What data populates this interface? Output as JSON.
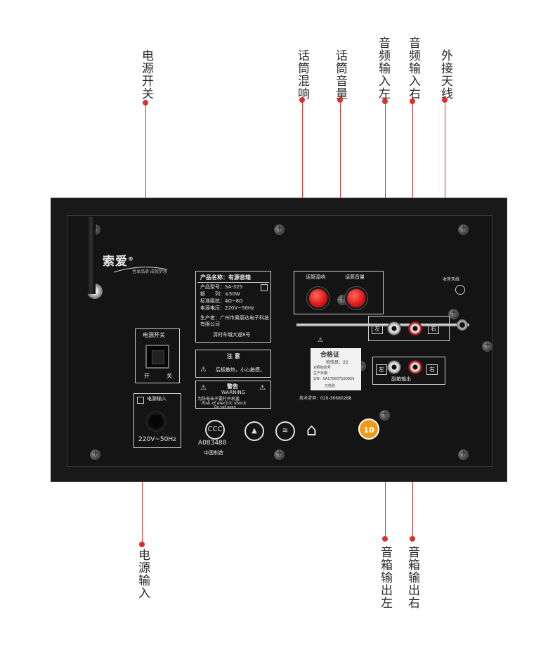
{
  "callouts": {
    "power_switch": "电源开关",
    "mic_echo": "话筒混响",
    "mic_volume": "话筒音量",
    "audio_in_left": "音频输入左",
    "audio_in_right": "音频输入右",
    "external_antenna": "外接天线",
    "power_input": "电源输入",
    "speaker_out_left": "音箱输出左",
    "speaker_out_right": "音箱输出右"
  },
  "device": {
    "brand": "索爱",
    "brand_mark": "®",
    "brand_slogan": "音享品质 成就梦想",
    "switch_panel": {
      "title": "电源开关",
      "on": "开",
      "off": "关"
    },
    "power_panel": {
      "title": "电源输入",
      "rating": "220V~50Hz"
    },
    "spec_label": {
      "title": "产品名称：有源音箱",
      "rows": [
        "产品型号：SA-325",
        "额　　列：≤50W",
        "标准阻抗：4Ω~8Ω",
        "电源电压：220V~50Hz"
      ],
      "maker": "生产者：广州市奥丽达电子科技有限公司",
      "address": "清村车城大道8号"
    },
    "notice_label": {
      "title": "注 意",
      "text": "后板散热，小心触摸。"
    },
    "warning_label": {
      "title": "警告",
      "warning_en": "WARNING",
      "cn_line": "为防电击不要打开机盖",
      "en_line1": "Risk of electric shock",
      "en_line2": "Do not open"
    },
    "knob_panel": {
      "echo_label": "话筒混响",
      "volume_label": "话筒音量"
    },
    "antenna_label": "收音天线",
    "tag_left": "左",
    "tag_right": "右",
    "speaker_out_label": "副箱输出",
    "certificate": {
      "title": "合格证",
      "inspector": "检验员：22",
      "lines": [
        "对照检验号",
        "生产日期",
        "S/N：SA170607100959"
      ],
      "footer": "已检验"
    },
    "service_phone": "技术咨询：020-36680288",
    "ccc_code": "A083488",
    "made_in": "中国制造",
    "badge_10": "10"
  }
}
